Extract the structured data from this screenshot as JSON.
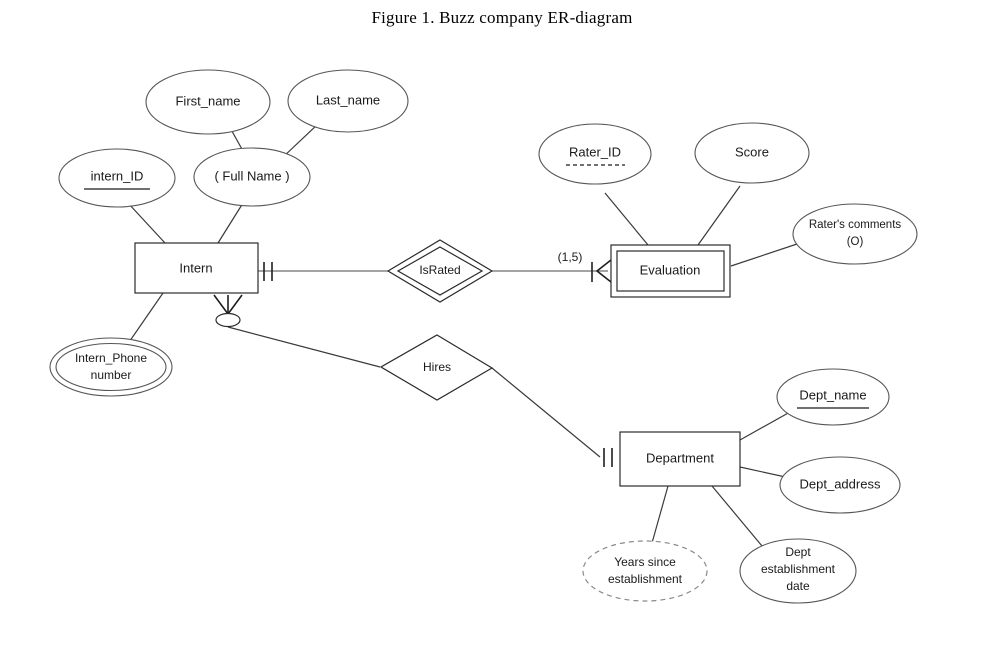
{
  "figure": {
    "title": "Figure 1. Buzz company ER-diagram"
  },
  "diagram": {
    "type": "er-diagram",
    "entities": [
      {
        "id": "intern",
        "label": "Intern",
        "kind": "strong-entity"
      },
      {
        "id": "evaluation",
        "label": "Evaluation",
        "kind": "weak-entity"
      },
      {
        "id": "department",
        "label": "Department",
        "kind": "strong-entity"
      }
    ],
    "relationships": [
      {
        "id": "israted",
        "label": "IsRated",
        "kind": "identifying-relationship",
        "cardinality_label": "(1,5)"
      },
      {
        "id": "hires",
        "label": "Hires",
        "kind": "relationship",
        "cardinality_label": ""
      }
    ],
    "attributes": [
      {
        "id": "intern_id",
        "label": "intern_ID",
        "kind": "key",
        "owner": "intern"
      },
      {
        "id": "full_name",
        "label": "( Full Name )",
        "kind": "composite",
        "owner": "intern"
      },
      {
        "id": "first_name",
        "label": "First_name",
        "kind": "simple",
        "owner": "full_name"
      },
      {
        "id": "last_name",
        "label": "Last_name",
        "kind": "simple",
        "owner": "full_name"
      },
      {
        "id": "intern_phone",
        "label_line1": "Intern_Phone",
        "label_line2": "number",
        "kind": "multivalued",
        "owner": "intern"
      },
      {
        "id": "rater_id",
        "label": "Rater_ID",
        "kind": "partial-key",
        "owner": "evaluation"
      },
      {
        "id": "score",
        "label": "Score",
        "kind": "simple",
        "owner": "evaluation"
      },
      {
        "id": "rater_comments",
        "label_line1": "Rater's comments",
        "label_line2": "(O)",
        "kind": "optional",
        "owner": "evaluation"
      },
      {
        "id": "dept_name",
        "label": "Dept_name",
        "kind": "key",
        "owner": "department"
      },
      {
        "id": "dept_address",
        "label": "Dept_address",
        "kind": "simple",
        "owner": "department"
      },
      {
        "id": "years_since",
        "label_line1": "Years since",
        "label_line2": "establishment",
        "kind": "derived",
        "owner": "department"
      },
      {
        "id": "dept_est_date",
        "label_line1": "Dept",
        "label_line2": "establishment",
        "label_line3": "date",
        "kind": "simple",
        "owner": "department"
      }
    ],
    "colors": {
      "background": "#ffffff",
      "stroke": "#555555",
      "stroke_dark": "#2b2b2b",
      "text": "#1a1a1a",
      "derived_stroke": "#8a8a8a"
    }
  }
}
